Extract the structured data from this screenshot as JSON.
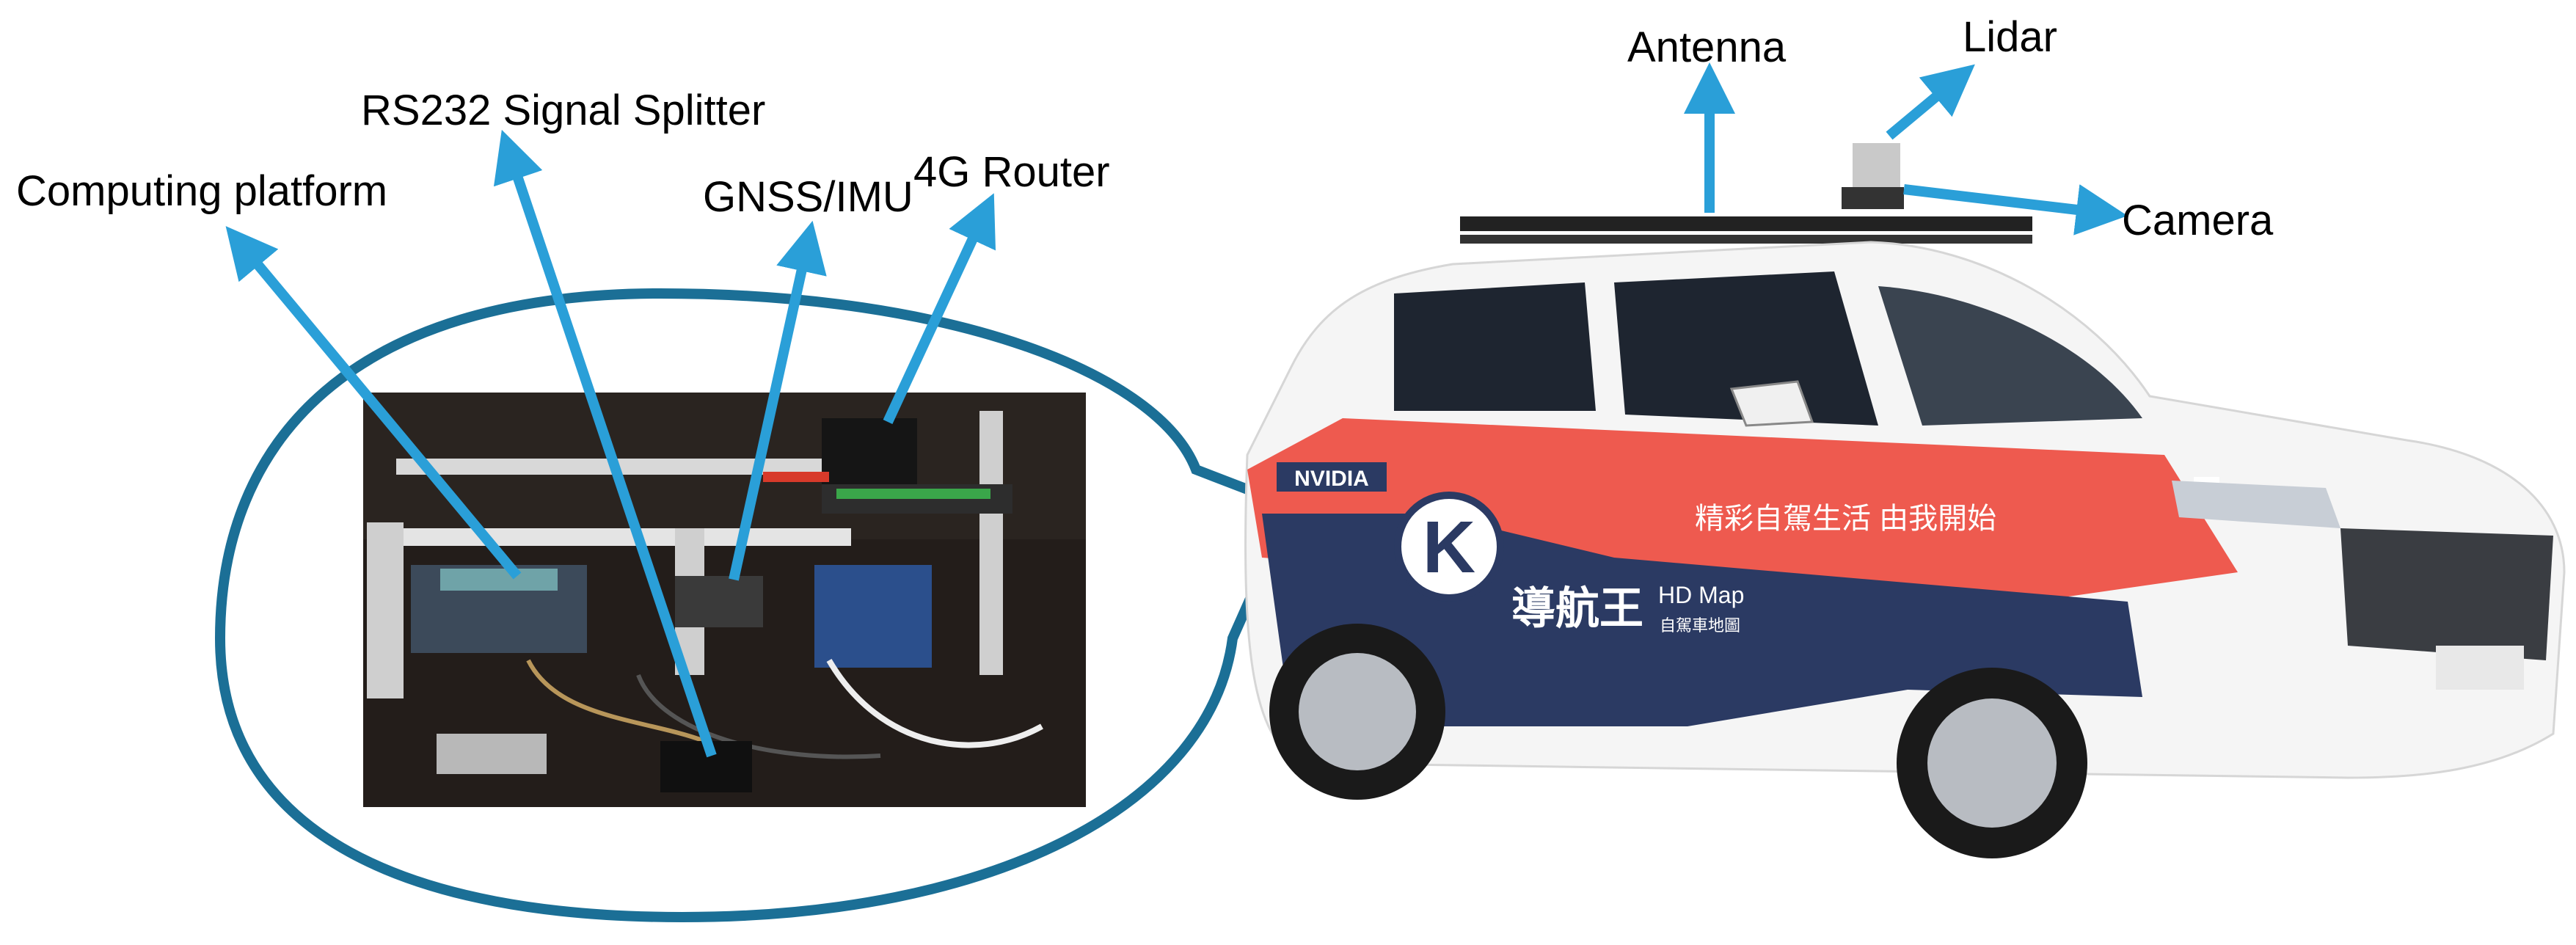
{
  "labels": {
    "computing_platform": "Computing platform",
    "rs232_splitter": "RS232 Signal Splitter",
    "gnss_imu": "GNSS/IMU",
    "router_4g": "4G Router",
    "antenna": "Antenna",
    "lidar": "Lidar",
    "camera": "Camera"
  },
  "car_decals": {
    "brand_logo": "NVIDIA",
    "k_logo": "K",
    "slogan": "精彩自駕生活 由我開始",
    "product_name": "導航王",
    "hd_map": "HD Map",
    "sub_text": "自駕車地圖"
  },
  "colors": {
    "arrow": "#2a9fd8",
    "callout_outline": "#1b6f96",
    "car_red": "#ee5a4f",
    "car_navy": "#2b3a63",
    "car_white": "#f5f5f5"
  }
}
